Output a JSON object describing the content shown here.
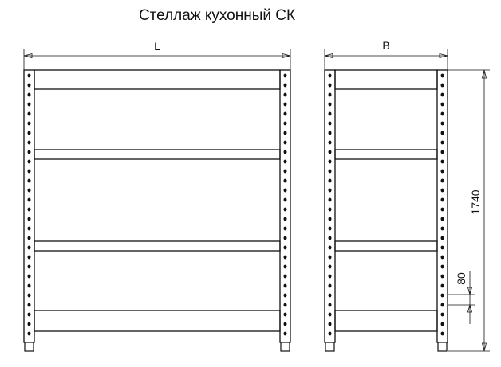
{
  "title": "Стеллаж кухонный СК",
  "dimensions": {
    "width_label": "L",
    "depth_label": "B",
    "height_value": "1740",
    "shelf_thickness_value": "80"
  },
  "shelf_count": 4
}
